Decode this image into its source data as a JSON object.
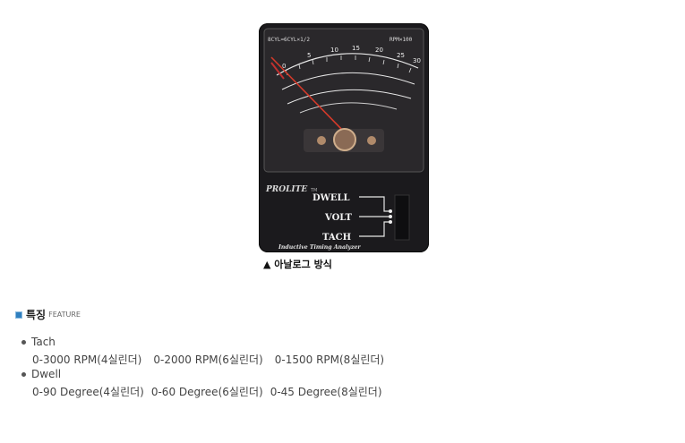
{
  "meter": {
    "scale_top_left": "8CYL=6CYL×1/2",
    "scale_top_right": "RPM×100",
    "rpm_ticks": [
      "0",
      "5",
      "10",
      "15",
      "20",
      "25",
      "30"
    ],
    "brand": "PROLITE",
    "brand_tm": "TM",
    "labels": [
      "DWELL",
      "VOLT",
      "TACH"
    ],
    "bottom_text": "Inductive Timing Analyzer"
  },
  "caption": "▲ 아날로그 방식",
  "section": {
    "title_ko": "특징",
    "title_en": "FEATURE"
  },
  "features": [
    {
      "name": "Tach",
      "values": [
        "0-3000 RPM(4실린더)",
        "0-2000 RPM(6실린더)",
        "0-1500 RPM(8실린더)"
      ]
    },
    {
      "name": "Dwell",
      "values": [
        "0-90 Degree(4실린더)",
        "0-60 Degree(6실린더)",
        "0-45 Degree(8실린더)"
      ]
    }
  ]
}
